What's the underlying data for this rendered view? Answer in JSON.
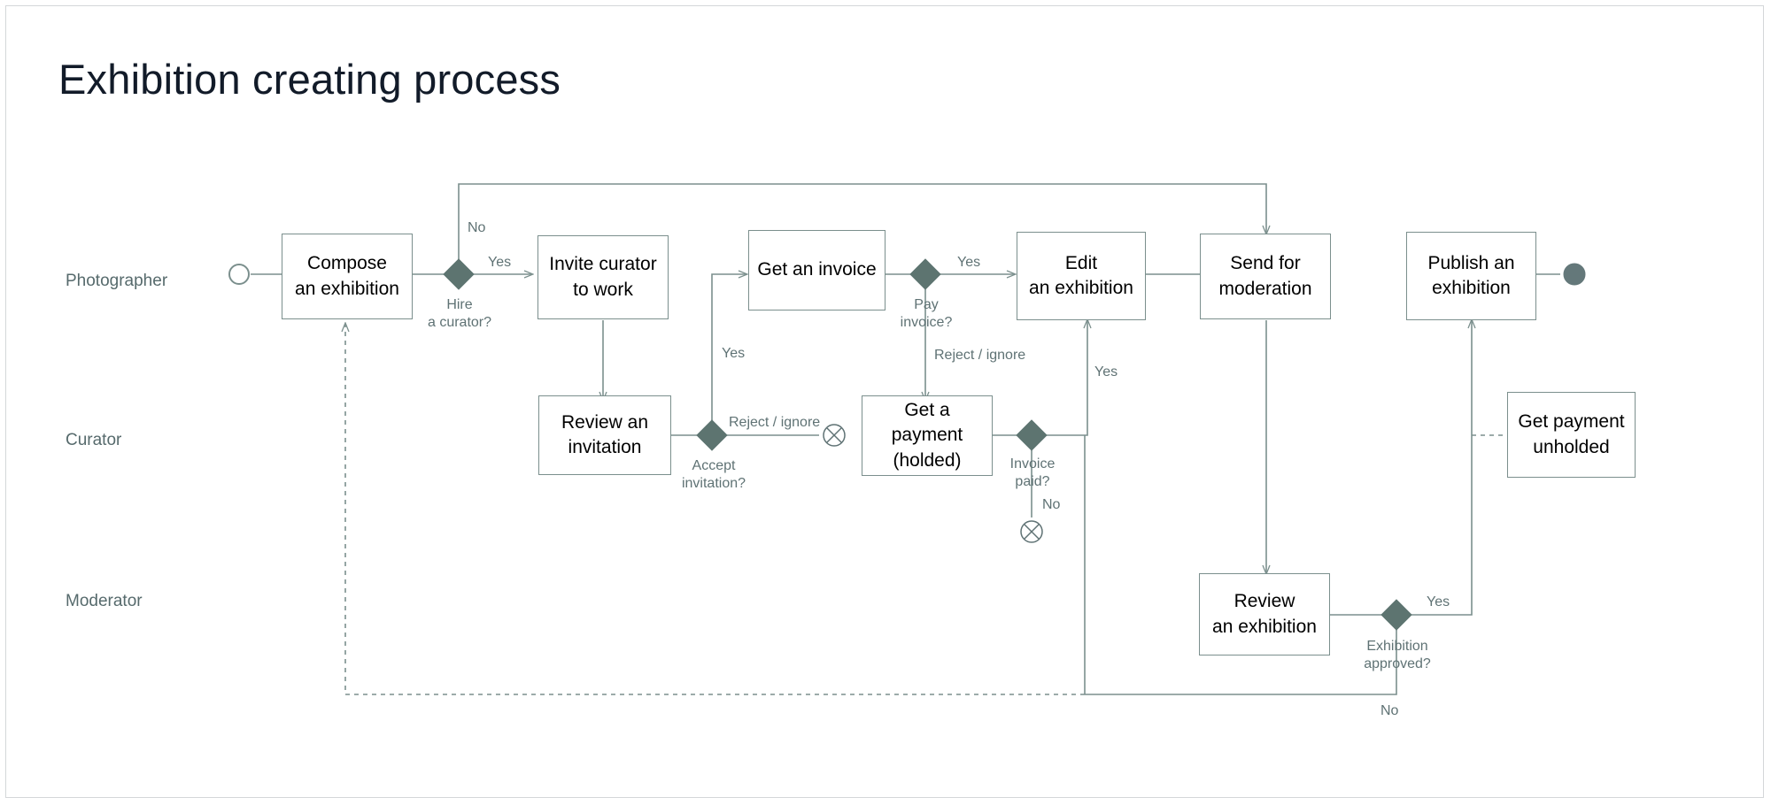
{
  "page": {
    "title": "Exhibition creating process",
    "background": "#ffffff",
    "border_color": "#d4d7d9"
  },
  "theme": {
    "node_border": "#7b8f8d",
    "node_fill": "#ffffff",
    "decision_fill": "#5d7470",
    "line": "#7b8f8d",
    "label_color": "#5f7274",
    "text_color": "#000000",
    "title_color": "#121b29",
    "lane_label_color": "#566a6c"
  },
  "lanes": [
    {
      "id": "photographer",
      "label": "Photographer"
    },
    {
      "id": "curator",
      "label": "Curator"
    },
    {
      "id": "moderator",
      "label": "Moderator"
    }
  ],
  "chart_data": {
    "type": "diagram",
    "title": "Exhibition creating process",
    "diagram_kind": "swimlane-flowchart",
    "lanes": [
      "Photographer",
      "Curator",
      "Moderator"
    ],
    "nodes": [
      {
        "id": "start",
        "shape": "start-circle",
        "label": "",
        "lane": "Photographer"
      },
      {
        "id": "compose",
        "shape": "process",
        "label": "Compose\nan exhibition",
        "lane": "Photographer"
      },
      {
        "id": "hire",
        "shape": "decision",
        "label": "Hire\na curator?",
        "lane": "Photographer"
      },
      {
        "id": "invite",
        "shape": "process",
        "label": "Invite curator\nto work",
        "lane": "Photographer"
      },
      {
        "id": "invoice",
        "shape": "process",
        "label": "Get an invoice",
        "lane": "Photographer"
      },
      {
        "id": "pay",
        "shape": "decision",
        "label": "Pay\ninvoice?",
        "lane": "Photographer"
      },
      {
        "id": "edit",
        "shape": "process",
        "label": "Edit\nan exhibition",
        "lane": "Photographer"
      },
      {
        "id": "moderation",
        "shape": "process",
        "label": "Send for\nmoderation",
        "lane": "Photographer"
      },
      {
        "id": "publish",
        "shape": "process",
        "label": "Publish an\nexhibition",
        "lane": "Photographer"
      },
      {
        "id": "end",
        "shape": "end-circle",
        "label": "",
        "lane": "Photographer"
      },
      {
        "id": "review-inv",
        "shape": "process",
        "label": "Review an\ninvitation",
        "lane": "Curator"
      },
      {
        "id": "accept",
        "shape": "decision",
        "label": "Accept\ninvitation?",
        "lane": "Curator"
      },
      {
        "id": "term-invite",
        "shape": "terminate",
        "label": "",
        "lane": "Curator"
      },
      {
        "id": "payment",
        "shape": "process",
        "label": "Get a payment\n(holded)",
        "lane": "Curator"
      },
      {
        "id": "invoice-paid",
        "shape": "decision",
        "label": "Invoice\npaid?",
        "lane": "Curator"
      },
      {
        "id": "term-paid",
        "shape": "terminate",
        "label": "",
        "lane": "Curator"
      },
      {
        "id": "unholded",
        "shape": "process",
        "label": "Get payment\nunholded",
        "lane": "Curator"
      },
      {
        "id": "review-exh",
        "shape": "process",
        "label": "Review\nan exhibition",
        "lane": "Moderator"
      },
      {
        "id": "approved",
        "shape": "decision",
        "label": "Exhibition\napproved?",
        "lane": "Moderator"
      }
    ],
    "edges": [
      {
        "from": "start",
        "to": "compose",
        "label": "",
        "style": "solid"
      },
      {
        "from": "compose",
        "to": "hire",
        "label": "",
        "style": "solid"
      },
      {
        "from": "hire",
        "to": "invite",
        "label": "Yes",
        "style": "solid"
      },
      {
        "from": "hire",
        "to": "moderation",
        "label": "No",
        "style": "solid"
      },
      {
        "from": "invite",
        "to": "review-inv",
        "label": "",
        "style": "solid"
      },
      {
        "from": "review-inv",
        "to": "accept",
        "label": "",
        "style": "solid"
      },
      {
        "from": "accept",
        "to": "invoice",
        "label": "Yes",
        "style": "solid"
      },
      {
        "from": "accept",
        "to": "term-invite",
        "label": "Reject / ignore",
        "style": "solid"
      },
      {
        "from": "invoice",
        "to": "pay",
        "label": "",
        "style": "solid"
      },
      {
        "from": "pay",
        "to": "edit",
        "label": "Yes",
        "style": "solid"
      },
      {
        "from": "pay",
        "to": "payment",
        "label": "Reject / ignore",
        "style": "solid"
      },
      {
        "from": "payment",
        "to": "invoice-paid",
        "label": "",
        "style": "solid"
      },
      {
        "from": "invoice-paid",
        "to": "edit",
        "label": "Yes",
        "style": "solid"
      },
      {
        "from": "invoice-paid",
        "to": "term-paid",
        "label": "No",
        "style": "solid"
      },
      {
        "from": "edit",
        "to": "moderation",
        "label": "",
        "style": "solid"
      },
      {
        "from": "moderation",
        "to": "review-exh",
        "label": "",
        "style": "solid"
      },
      {
        "from": "review-exh",
        "to": "approved",
        "label": "",
        "style": "solid"
      },
      {
        "from": "approved",
        "to": "publish",
        "label": "Yes",
        "style": "solid"
      },
      {
        "from": "approved",
        "to": "compose",
        "label": "No",
        "style": "dashed"
      },
      {
        "from": "publish",
        "to": "unholded",
        "label": "",
        "style": "dashed"
      },
      {
        "from": "publish",
        "to": "end",
        "label": "",
        "style": "solid"
      }
    ]
  },
  "nodes": {
    "compose": "Compose\nan exhibition",
    "invite": "Invite curator\nto work",
    "invoice": "Get an invoice",
    "edit": "Edit\nan exhibition",
    "moderation": "Send for\nmoderation",
    "publish": "Publish an\nexhibition",
    "review_invitation": "Review an\ninvitation",
    "payment": "Get a payment\n(holded)",
    "unholded": "Get payment\nunholded",
    "review_exhibition": "Review\nan exhibition"
  },
  "decisions": {
    "hire": "Hire\na curator?",
    "pay": "Pay\ninvoice?",
    "accept": "Accept\ninvitation?",
    "invoice_paid": "Invoice\npaid?",
    "approved": "Exhibition\napproved?"
  },
  "labels": {
    "no_hire": "No",
    "yes_hire": "Yes",
    "yes_accept": "Yes",
    "reject_invite": "Reject / ignore",
    "yes_pay": "Yes",
    "reject_pay": "Reject / ignore",
    "yes_invoice_paid": "Yes",
    "no_invoice_paid": "No",
    "yes_approved": "Yes",
    "no_approved": "No"
  }
}
